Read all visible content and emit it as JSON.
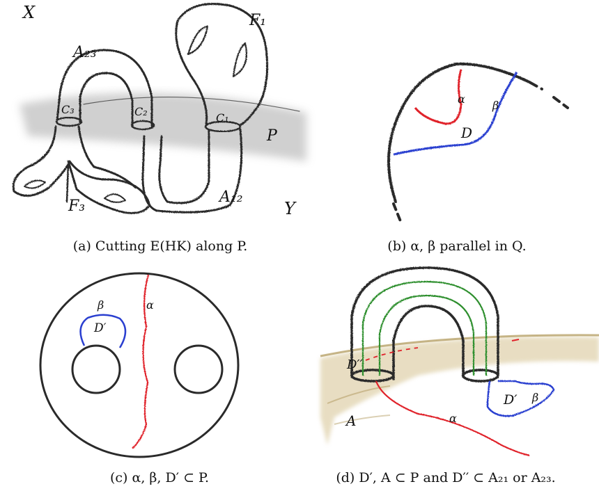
{
  "panel_a": {
    "labels": {
      "X": "X",
      "Y": "Y",
      "P": "P",
      "A23": "A₂₃",
      "A12": "A₁₂",
      "C1": "C₁",
      "C2": "C₂",
      "C3": "C₃",
      "F1": "F₁",
      "F3": "F₃"
    },
    "caption": "(a) Cutting E(HK) along P."
  },
  "panel_b": {
    "labels": {
      "alpha": "α",
      "beta": "β",
      "D": "D"
    },
    "caption": "(b) α, β parallel in Q."
  },
  "panel_c": {
    "labels": {
      "alpha": "α",
      "beta": "β",
      "Dprime": "D′"
    },
    "caption": "(c) α, β, D′ ⊂ P."
  },
  "panel_d": {
    "labels": {
      "alpha": "α",
      "beta": "β",
      "Dprime": "D′",
      "Ddprime": "D′′",
      "A": "A"
    },
    "caption": "(d) D′, A ⊂ P and D′′ ⊂ A₂₁ or A₂₃."
  },
  "colors": {
    "red": "#e0222a",
    "blue": "#2a3fd0",
    "green": "#2f8f2f",
    "tan": "#b8a26a",
    "shade": "#bdbdbd"
  }
}
